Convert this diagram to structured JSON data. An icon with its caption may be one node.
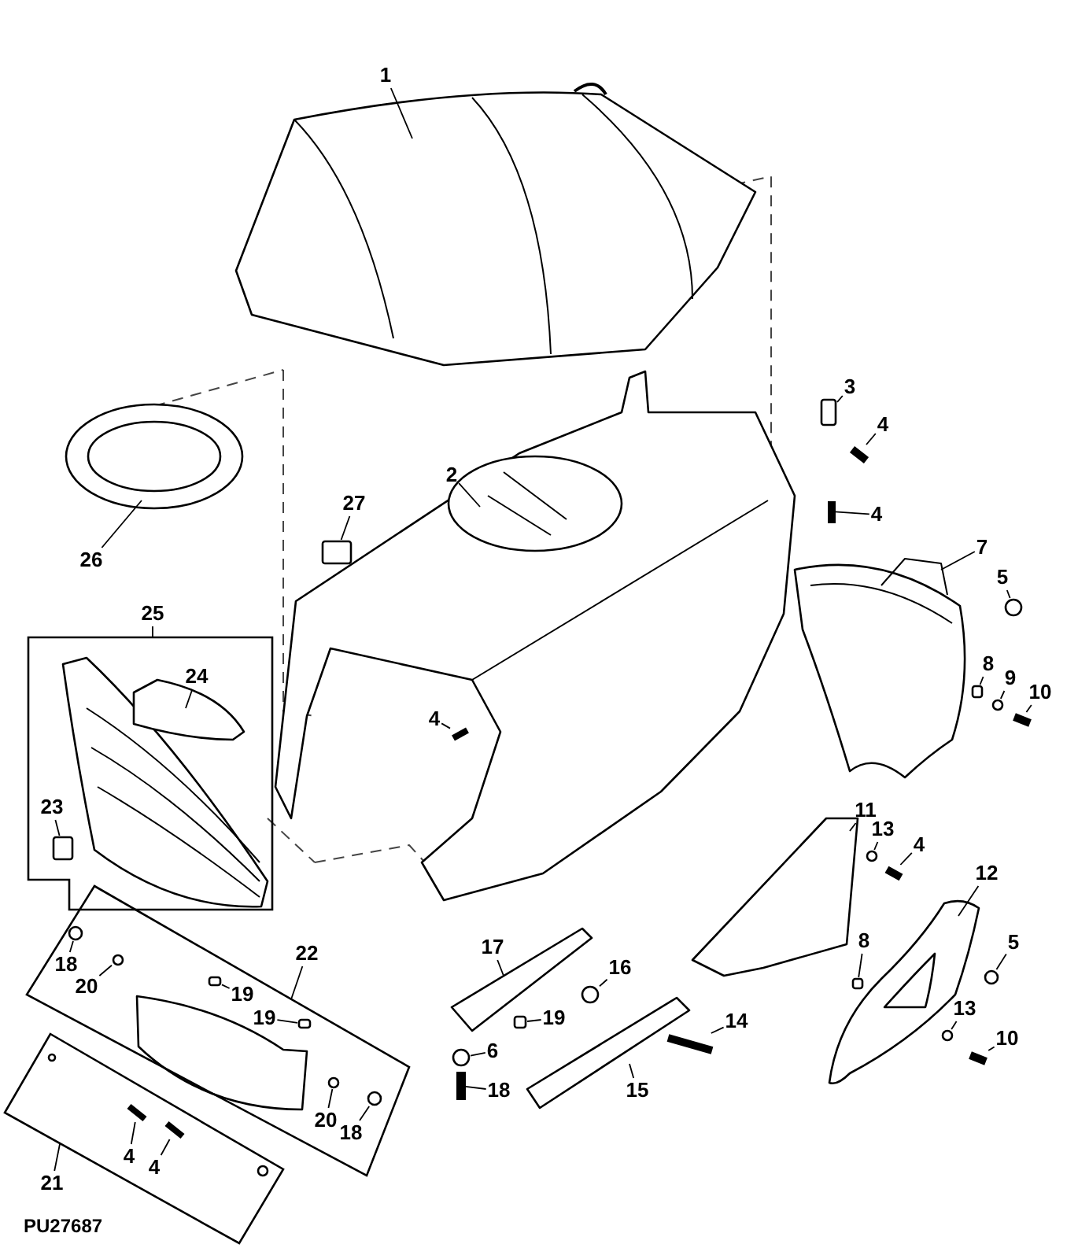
{
  "diagram": {
    "nodes": [
      {
        "text": [
          "1"
        ]
      },
      {
        "text": [
          "2"
        ]
      },
      {
        "text": [
          "3"
        ]
      },
      {
        "text": [
          "4"
        ]
      },
      {
        "text": [
          "27"
        ]
      },
      {
        "text": [
          "4"
        ]
      },
      {
        "text": [
          "26"
        ]
      },
      {
        "text": [
          "7"
        ]
      },
      {
        "text": [
          "5"
        ]
      },
      {
        "text": [
          "25"
        ]
      },
      {
        "text": [],
        "shape": "box"
      },
      {
        "text": [
          "24"
        ],
        "in": 10
      },
      {
        "text": [
          "8"
        ]
      },
      {
        "text": [
          "9"
        ]
      },
      {
        "text": [
          "10"
        ]
      },
      {
        "text": [
          "4"
        ]
      },
      {
        "text": [
          "23"
        ],
        "in": 10
      },
      {
        "text": [
          "11"
        ]
      },
      {
        "text": [
          "13"
        ]
      },
      {
        "text": [
          "4"
        ]
      },
      {
        "text": [
          "12"
        ]
      },
      {
        "text": [
          "22"
        ]
      },
      {
        "text": [],
        "shape": "box"
      },
      {
        "text": [
          "17"
        ]
      },
      {
        "text": [
          "8"
        ]
      },
      {
        "text": [
          "5"
        ]
      },
      {
        "text": [
          "18"
        ],
        "in": 22
      },
      {
        "text": [
          "20"
        ],
        "in": 22
      },
      {
        "text": [
          "16"
        ]
      },
      {
        "text": [
          "19"
        ],
        "in": 22
      },
      {
        "text": [
          "19"
        ],
        "in": 22
      },
      {
        "text": [
          "19"
        ]
      },
      {
        "text": [
          "13"
        ]
      },
      {
        "text": [
          "6"
        ]
      },
      {
        "text": [
          "14"
        ]
      },
      {
        "text": [
          "10"
        ]
      },
      {
        "text": [
          "18"
        ]
      },
      {
        "text": [
          "15"
        ]
      },
      {
        "text": [
          "20"
        ],
        "in": 22
      },
      {
        "text": [
          "18"
        ],
        "in": 22
      },
      {
        "text": [
          "21"
        ]
      },
      {
        "text": [],
        "shape": "box"
      },
      {
        "text": [
          "4"
        ],
        "in": 41
      },
      {
        "text": [
          "4"
        ],
        "in": 41
      },
      {
        "text": [],
        "shape": "box"
      },
      {
        "text": [],
        "shape": "bar"
      },
      {
        "text": [],
        "shape": "box"
      },
      {
        "text": [],
        "shape": "bar"
      },
      {
        "text": [],
        "shape": "circle"
      },
      {
        "text": [],
        "shape": "box"
      },
      {
        "text": [],
        "shape": "circle"
      },
      {
        "text": [],
        "shape": "bar"
      },
      {
        "text": [],
        "shape": "bar"
      },
      {
        "text": [],
        "shape": "box",
        "in": 10
      },
      {
        "text": [],
        "shape": "circle"
      },
      {
        "text": [],
        "shape": "bar"
      },
      {
        "text": [],
        "shape": "box"
      },
      {
        "text": [],
        "shape": "circle"
      },
      {
        "text": [],
        "shape": "circle",
        "in": 22
      },
      {
        "text": [],
        "shape": "circle",
        "in": 22
      },
      {
        "text": [],
        "shape": "circle"
      },
      {
        "text": [],
        "shape": "box",
        "in": 22
      },
      {
        "text": [],
        "shape": "box",
        "in": 22
      },
      {
        "text": [],
        "shape": "box"
      },
      {
        "text": [],
        "shape": "circle"
      },
      {
        "text": [],
        "shape": "circle"
      },
      {
        "text": [],
        "shape": "bar"
      },
      {
        "text": [],
        "shape": "bar"
      },
      {
        "text": [],
        "shape": "bar"
      },
      {
        "text": [],
        "shape": "circle",
        "in": 22
      },
      {
        "text": [],
        "shape": "circle",
        "in": 22
      },
      {
        "text": [],
        "shape": "bar",
        "in": 41
      },
      {
        "text": [],
        "shape": "bar",
        "in": 41
      }
    ],
    "edges": [
      {
        "from": 0,
        "to": null,
        "arrow": "none"
      },
      {
        "from": 1,
        "to": null,
        "arrow": "none"
      },
      {
        "from": 2,
        "to": 44,
        "arrow": "none"
      },
      {
        "from": 3,
        "to": 45,
        "arrow": "none"
      },
      {
        "from": 4,
        "to": 46,
        "arrow": "none"
      },
      {
        "from": 5,
        "to": 47,
        "arrow": "none"
      },
      {
        "from": 6,
        "to": null,
        "arrow": "none"
      },
      {
        "from": 7,
        "to": null,
        "arrow": "none"
      },
      {
        "from": 8,
        "to": 48,
        "arrow": "none"
      },
      {
        "from": 9,
        "to": 10,
        "arrow": "none"
      },
      {
        "from": 11,
        "to": null,
        "arrow": "none"
      },
      {
        "from": 12,
        "to": 49,
        "arrow": "none"
      },
      {
        "from": 13,
        "to": 50,
        "arrow": "none"
      },
      {
        "from": 14,
        "to": 51,
        "arrow": "none"
      },
      {
        "from": 15,
        "to": 52,
        "arrow": "none"
      },
      {
        "from": 16,
        "to": 53,
        "arrow": "none"
      },
      {
        "from": 17,
        "to": null,
        "arrow": "none"
      },
      {
        "from": 18,
        "to": 54,
        "arrow": "none"
      },
      {
        "from": 19,
        "to": 55,
        "arrow": "none"
      },
      {
        "from": 20,
        "to": null,
        "arrow": "none"
      },
      {
        "from": 21,
        "to": 22,
        "arrow": "none"
      },
      {
        "from": 23,
        "to": null,
        "arrow": "none"
      },
      {
        "from": 24,
        "to": 56,
        "arrow": "none"
      },
      {
        "from": 25,
        "to": 57,
        "arrow": "none"
      },
      {
        "from": 26,
        "to": 58,
        "arrow": "none"
      },
      {
        "from": 27,
        "to": 59,
        "arrow": "none"
      },
      {
        "from": 28,
        "to": 60,
        "arrow": "none"
      },
      {
        "from": 29,
        "to": 61,
        "arrow": "none"
      },
      {
        "from": 30,
        "to": 62,
        "arrow": "none"
      },
      {
        "from": 31,
        "to": 63,
        "arrow": "none"
      },
      {
        "from": 32,
        "to": 64,
        "arrow": "none"
      },
      {
        "from": 33,
        "to": 65,
        "arrow": "none"
      },
      {
        "from": 34,
        "to": 66,
        "arrow": "none"
      },
      {
        "from": 35,
        "to": 67,
        "arrow": "none"
      },
      {
        "from": 36,
        "to": 68,
        "arrow": "none"
      },
      {
        "from": 37,
        "to": null,
        "arrow": "none"
      },
      {
        "from": 38,
        "to": 69,
        "arrow": "none"
      },
      {
        "from": 39,
        "to": 70,
        "arrow": "none"
      },
      {
        "from": 40,
        "to": 41,
        "arrow": "none"
      },
      {
        "from": 42,
        "to": 71,
        "arrow": "none"
      },
      {
        "from": 43,
        "to": 72,
        "arrow": "none"
      }
    ],
    "labels": [
      "PU27687"
    ]
  }
}
